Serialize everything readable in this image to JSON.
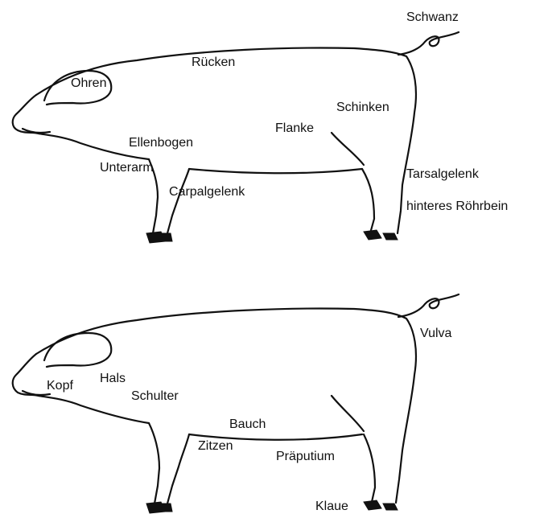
{
  "diagram_top": {
    "labels": {
      "schwanz": "Schwanz",
      "ruecken": "Rücken",
      "ohren": "Ohren",
      "schinken": "Schinken",
      "flanke": "Flanke",
      "ellenbogen": "Ellenbogen",
      "unterarm": "Unterarm",
      "carpalgelenk": "Carpalgelenk",
      "tarsalgelenk": "Tarsalgelenk",
      "hinteres_roehrbein": "hinteres Röhrbein"
    }
  },
  "diagram_bottom": {
    "labels": {
      "vulva": "Vulva",
      "kopf": "Kopf",
      "hals": "Hals",
      "schulter": "Schulter",
      "bauch": "Bauch",
      "zitzen": "Zitzen",
      "praeputium": "Präputium",
      "klaue": "Klaue"
    }
  },
  "colors": {
    "ink": "#111111",
    "background": "#ffffff"
  }
}
